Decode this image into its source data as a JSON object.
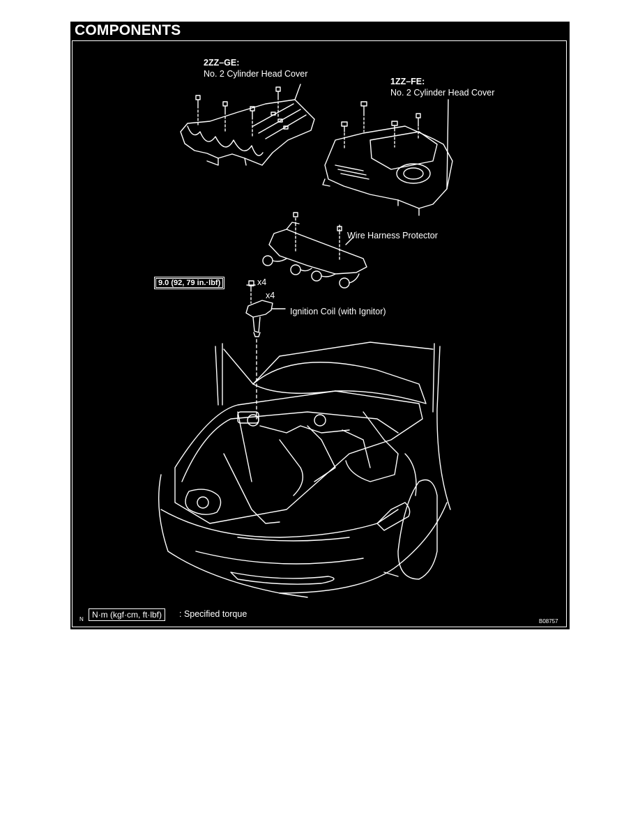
{
  "title": "COMPONENTS",
  "labels": {
    "engine_2zz": "2ZZ–GE:",
    "cover_2zz": "No. 2 Cylinder Head Cover",
    "engine_1zz": "1ZZ–FE:",
    "cover_1zz": "No. 2 Cylinder Head Cover",
    "wire_harness": "Wire Harness Protector",
    "ignition_coil": "Ignition Coil (with Ignitor)",
    "bolt_qty": "x4",
    "coil_qty": "x4"
  },
  "torque_spec": "9.0 (92, 79 in.·lbf)",
  "legend": {
    "unit_box": "N·m (kgf·cm, ft·lbf)",
    "unit_desc": ": Specified torque",
    "corner_letter": "N"
  },
  "figure_code": "B08757",
  "colors": {
    "background": "#000000",
    "ink": "#ffffff",
    "page": "#ffffff"
  }
}
